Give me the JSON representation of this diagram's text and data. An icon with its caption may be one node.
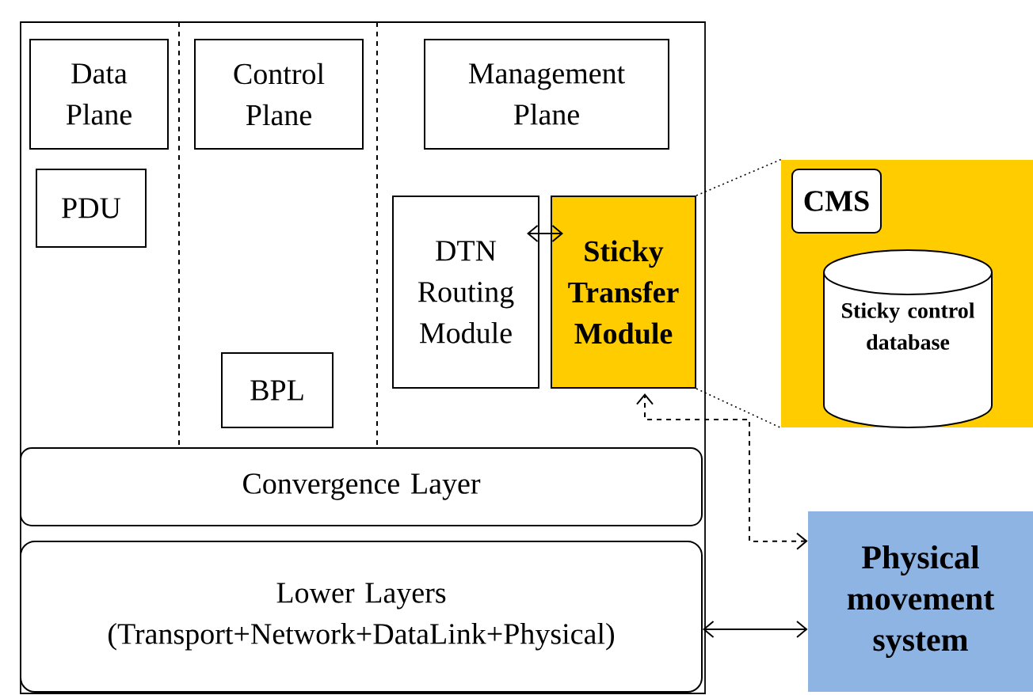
{
  "diagram": {
    "nodes": [
      {
        "text": [],
        "shape": "box"
      },
      {
        "text": [
          "Data Plane"
        ],
        "in": 0
      },
      {
        "text": [
          "Control Plane"
        ],
        "in": 0
      },
      {
        "text": [
          "Management Plane"
        ],
        "in": 0
      },
      {
        "text": [
          "PDU"
        ],
        "in": 0
      },
      {
        "text": [
          "BPL"
        ],
        "in": 0
      },
      {
        "text": [
          "DTN Routing Module"
        ],
        "in": 0
      },
      {
        "text": [
          "Sticky Transfer Module"
        ],
        "in": 0
      },
      {
        "text": [],
        "shape": "box"
      },
      {
        "text": [
          "CMS"
        ],
        "in": 8
      },
      {
        "text": [
          "Sticky control database"
        ],
        "in": 8
      },
      {
        "text": [
          "Convergence Layer"
        ],
        "in": 0
      },
      {
        "text": [
          "Lower Layers",
          "(Transport+Network+DataLink+Physical)"
        ],
        "in": 0
      },
      {
        "text": [
          "Physical movement system"
        ]
      }
    ],
    "edges": [
      {
        "from": 6,
        "to": 7,
        "arrow": "both"
      },
      {
        "from": 13,
        "to": 7,
        "arrow": "both",
        "style": "dashed"
      },
      {
        "from": 12,
        "to": 13,
        "arrow": "both"
      },
      {
        "from": 7,
        "to": 8,
        "arrow": "none",
        "style": "dashed"
      },
      {
        "from": 7,
        "to": 8,
        "arrow": "none",
        "style": "dashed"
      }
    ]
  }
}
